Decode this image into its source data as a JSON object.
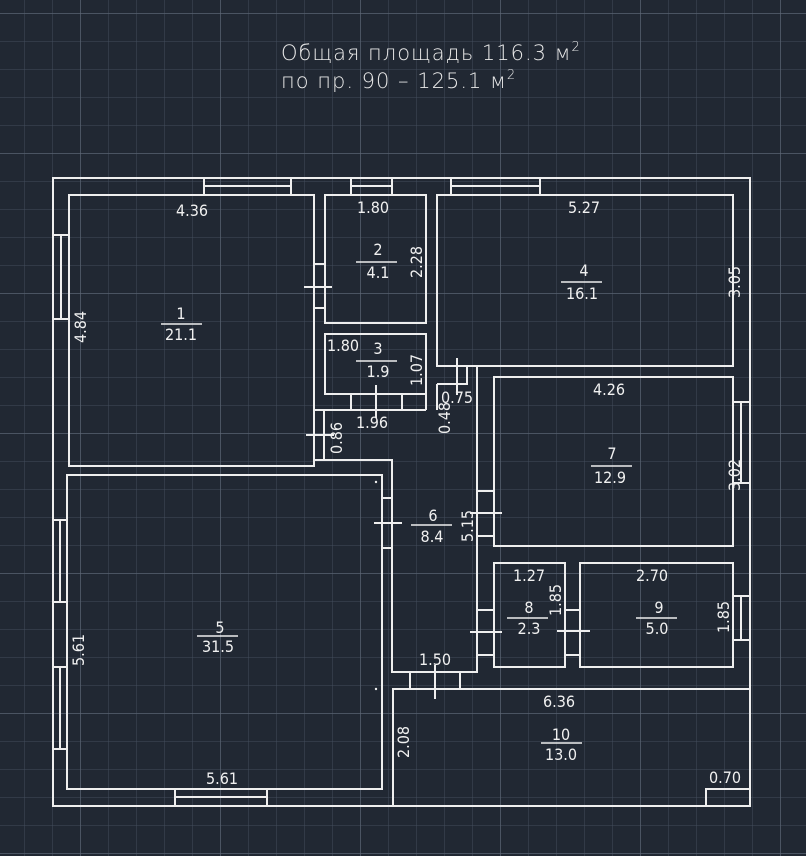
{
  "title": {
    "line1_text": "Общая площадь 116.3 м",
    "line1_sup": "2",
    "line2_text": "по пр. 90 – 125.1 м",
    "line2_sup": "2"
  },
  "colors": {
    "background": "#212833",
    "lines": "#eeeeee",
    "grid": "#3a4350"
  },
  "rooms": [
    {
      "number": "1",
      "area": "21.1"
    },
    {
      "number": "2",
      "area": "4.1"
    },
    {
      "number": "3",
      "area": "1.9"
    },
    {
      "number": "4",
      "area": "16.1"
    },
    {
      "number": "5",
      "area": "31.5"
    },
    {
      "number": "6",
      "area": "8.4"
    },
    {
      "number": "7",
      "area": "12.9"
    },
    {
      "number": "8",
      "area": "2.3"
    },
    {
      "number": "9",
      "area": "5.0"
    },
    {
      "number": "10",
      "area": "13.0"
    }
  ],
  "dimensions": {
    "r1_width": "4.36",
    "r1_height": "4.84",
    "r2_width": "1.80",
    "r2_height": "2.28",
    "r3_width": "1.80",
    "r3_height": "1.07",
    "r3_bottom": "1.96",
    "r4_width": "5.27",
    "r4_height": "3.05",
    "r5_width": "5.61",
    "r5_height": "5.61",
    "r6_height": "5.15",
    "r6_bottom": "1.50",
    "r7_width": "4.26",
    "r7_height": "3.02",
    "r8_width": "1.27",
    "r8_height": "1.85",
    "r9_width": "2.70",
    "r9_height": "1.85",
    "r10_width": "6.36",
    "r10_height": "2.08",
    "r10_niche": "0.70",
    "nook_086": "0.86",
    "nook_048": "0.48",
    "nook_075": "0.75"
  }
}
